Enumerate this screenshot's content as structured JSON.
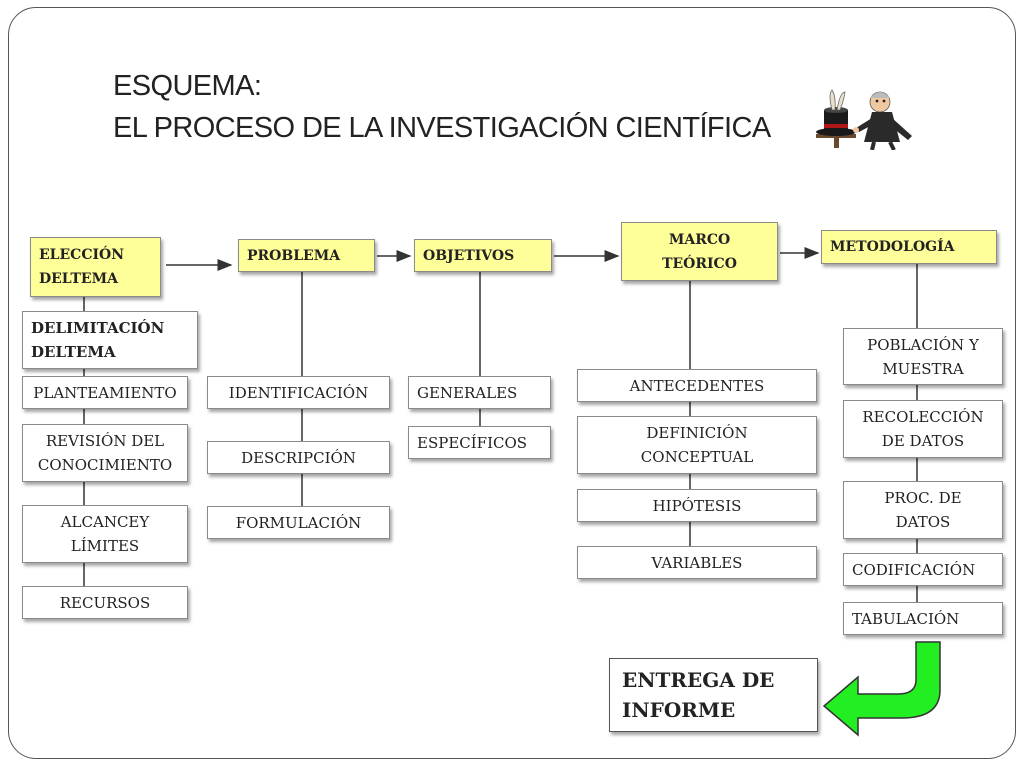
{
  "slide": {
    "title_line1": "ESQUEMA:",
    "title_line2": "EL PROCESO DE LA INVESTIGACIÓN CIENTÍFICA",
    "illustration_icon": "magician-hat-cartoon-icon"
  },
  "colors": {
    "header_fill": "#ffff99",
    "arrow_green": "#22ee22",
    "connector": "#333333"
  },
  "columns": [
    {
      "header": "ELECCIÓN\nDELTEMA",
      "items": [
        "DELIMITACIÓN\nDELTEMA",
        "PLANTEAMIENTO",
        "REVISIÓN DEL\nCONOCIMIENTO",
        "ALCANCEY\nLÍMITES",
        "RECURSOS"
      ]
    },
    {
      "header": "PROBLEMA",
      "items": [
        "IDENTIFICACIÓN",
        "DESCRIPCIÓN",
        "FORMULACIÓN"
      ]
    },
    {
      "header": "OBJETIVOS",
      "items": [
        "GENERALES",
        "ESPECÍFICOS"
      ]
    },
    {
      "header": "MARCO\nTEÓRICO",
      "items": [
        "ANTECEDENTES",
        "DEFINICIÓN\nCONCEPTUAL",
        "HIPÓTESIS",
        "VARIABLES"
      ]
    },
    {
      "header": "METODOLOGÍA",
      "items": [
        "POBLACIÓN Y\nMUESTRA",
        "RECOLECCIÓN\nDE DATOS",
        "PROC. DE\nDATOS",
        "CODIFICACIÓN",
        "TABULACIÓN"
      ]
    }
  ],
  "final_box": "ENTREGA DE\nINFORME"
}
